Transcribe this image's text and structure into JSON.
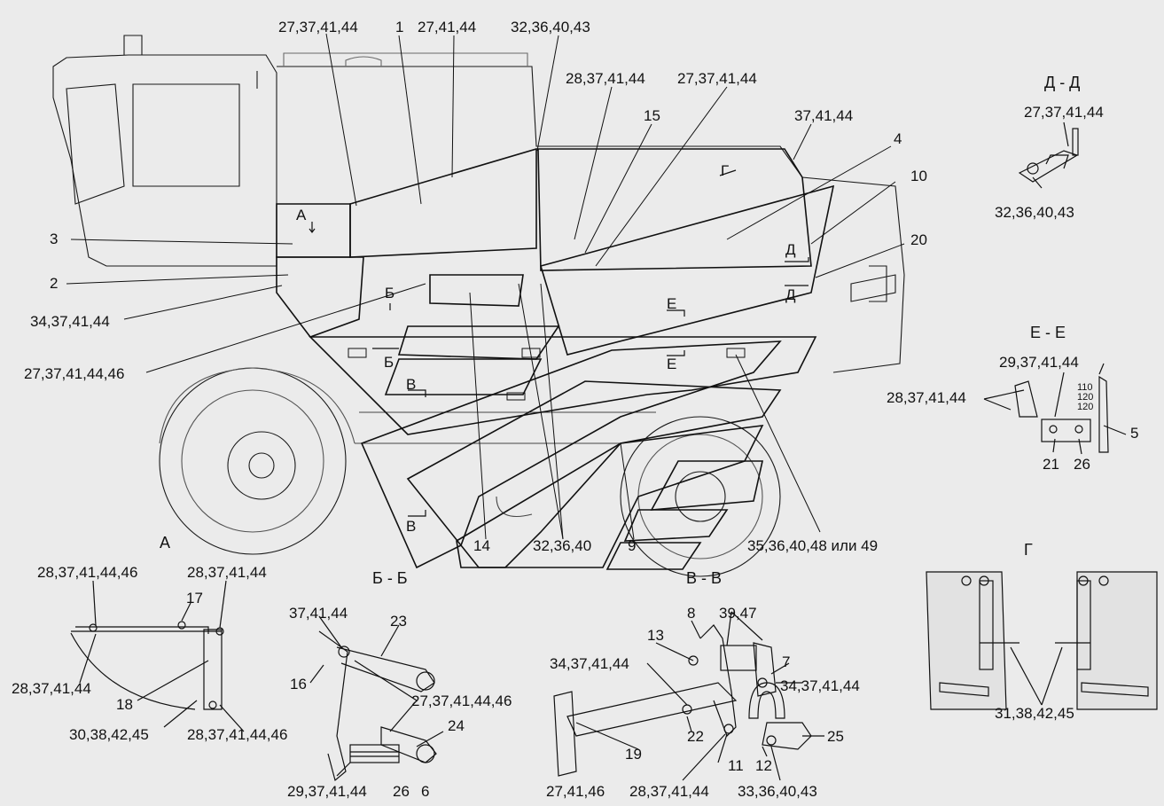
{
  "colors": {
    "background": "#ebebeb",
    "line": "#1a1a1a",
    "faint": "#9a9a9a",
    "panel": "#dcdcdc"
  },
  "callouts": {
    "c_27_37_41_44_top": "27,37,41,44",
    "c_1": "1",
    "c_27_41_44_top": "27,41,44",
    "c_32_36_40_43_top": "32,36,40,43",
    "c_28_37_41_44_top": "28,37,41,44",
    "c_27_37_41_44_mid": "27,37,41,44",
    "c_15": "15",
    "c_37_41_44_top": "37,41,44",
    "c_4": "4",
    "c_10": "10",
    "c_20": "20",
    "c_3": "3",
    "c_2": "2",
    "c_34_37_41_44_left": "34,37,41,44",
    "c_27_37_41_44_46_left": "27,37,41,44,46",
    "c_14": "14",
    "c_32_36_40_bottom": "32,36,40",
    "c_9": "9",
    "c_35_36_40_48": "35,36,40,48 или 49"
  },
  "section_marks": {
    "A": "А",
    "G": "Г",
    "D1": "Д",
    "D2": "Д",
    "B1": "Б",
    "B2": "Б",
    "V1": "В",
    "V2": "В",
    "E1": "Е",
    "E2": "Е"
  },
  "view_dd": {
    "title": "Д - Д",
    "labels": [
      "27,37,41,44",
      "32,36,40,43"
    ]
  },
  "view_ee": {
    "title": "Е - Е",
    "labels": [
      "29,37,41,44",
      "28,37,41,44",
      "5",
      "21",
      "26"
    ],
    "scale_marks": [
      "110",
      "120",
      "120"
    ]
  },
  "view_a": {
    "title": "А",
    "labels": [
      "28,37,41,44,46",
      "28,37,41,44",
      "17",
      "28,37,41,44",
      "18",
      "30,38,42,45",
      "28,37,41,44,46"
    ]
  },
  "view_bb": {
    "title": "Б - Б",
    "labels": [
      "37,41,44",
      "23",
      "16",
      "27,37,41,44,46",
      "24",
      "29,37,41,44",
      "26",
      "6"
    ]
  },
  "view_vv": {
    "title": "В - В",
    "labels": [
      "8",
      "39,47",
      "13",
      "34,37,41,44",
      "7",
      "34,37,41,44",
      "22",
      "19",
      "25",
      "11",
      "12",
      "27,41,46",
      "28,37,41,44",
      "33,36,40,43"
    ]
  },
  "view_g": {
    "title": "Г",
    "labels": [
      "31,38,42,45"
    ]
  }
}
